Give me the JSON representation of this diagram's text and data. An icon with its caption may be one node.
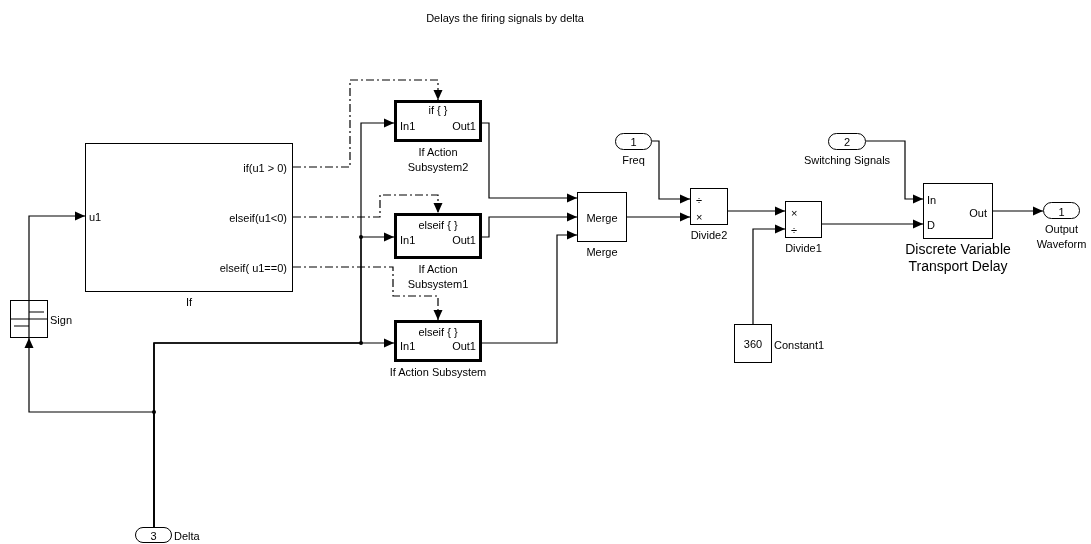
{
  "diagram": {
    "title": "Delays the firing signals by delta",
    "nodes": [
      {
        "text": [
          "u1",
          "if(u1 > 0)",
          "elseif(u1<0)",
          "elseif( u1==0)",
          "If"
        ]
      },
      {
        "text": [
          "Sign"
        ]
      },
      {
        "text": [
          "3",
          "Delta"
        ]
      },
      {
        "text": [
          "if { }",
          "In1",
          "Out1",
          "If Action Subsystem2"
        ]
      },
      {
        "text": [
          "elseif { }",
          "In1",
          "Out1",
          "If Action Subsystem1"
        ]
      },
      {
        "text": [
          "elseif { }",
          "In1",
          "Out1",
          "If Action Subsystem"
        ]
      },
      {
        "text": [
          "Merge",
          "Merge"
        ]
      },
      {
        "text": [
          "1",
          "Freq"
        ]
      },
      {
        "text": [
          "÷",
          "×",
          "Divide2"
        ]
      },
      {
        "text": [
          "360",
          "Constant1"
        ]
      },
      {
        "text": [
          "×",
          "÷",
          "Divide1"
        ]
      },
      {
        "text": [
          "2",
          "Switching Signals"
        ]
      },
      {
        "text": [
          "In",
          "D",
          "Out",
          "Discrete Variable Transport Delay"
        ]
      },
      {
        "text": [
          "1",
          "Output Waveform"
        ]
      }
    ],
    "edges": [
      {
        "from": 1,
        "to": 0,
        "arrow": "to"
      },
      {
        "from": 2,
        "to": 1,
        "arrow": "to"
      },
      {
        "from": 2,
        "to": 3,
        "arrow": "to"
      },
      {
        "from": 2,
        "to": 4,
        "arrow": "to"
      },
      {
        "from": 2,
        "to": 5,
        "arrow": "to"
      },
      {
        "from": 0,
        "to": 3,
        "arrow": "to",
        "style": "dashed"
      },
      {
        "from": 0,
        "to": 4,
        "arrow": "to",
        "style": "dashed"
      },
      {
        "from": 0,
        "to": 5,
        "arrow": "to",
        "style": "dashed"
      },
      {
        "from": 3,
        "to": 6,
        "arrow": "to"
      },
      {
        "from": 4,
        "to": 6,
        "arrow": "to"
      },
      {
        "from": 5,
        "to": 6,
        "arrow": "to"
      },
      {
        "from": 6,
        "to": 8,
        "arrow": "to"
      },
      {
        "from": 7,
        "to": 8,
        "arrow": "to"
      },
      {
        "from": 8,
        "to": 10,
        "arrow": "to"
      },
      {
        "from": 9,
        "to": 10,
        "arrow": "to"
      },
      {
        "from": 10,
        "to": 12,
        "arrow": "to"
      },
      {
        "from": 11,
        "to": 12,
        "arrow": "to"
      },
      {
        "from": 12,
        "to": 13,
        "arrow": "to"
      }
    ]
  }
}
